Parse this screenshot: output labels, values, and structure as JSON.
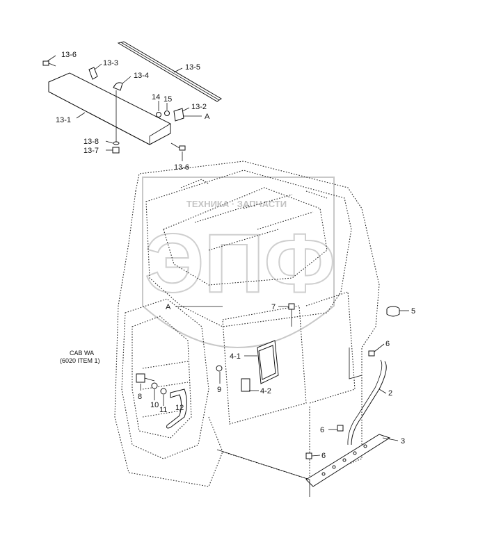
{
  "watermark": {
    "tagline": "ТЕХНИКА · ЗАПЧАСТИ",
    "letters": "ЭПФ"
  },
  "callouts": {
    "c13_6_top": "13-6",
    "c13_3": "13-3",
    "c13_5": "13-5",
    "c13_4": "13-4",
    "c14": "14",
    "c15": "15",
    "c13_2": "13-2",
    "cA_top": "A",
    "c13_1": "13-1",
    "c13_8": "13-8",
    "c13_7": "13-7",
    "c13_6_bottom": "13-6",
    "cA_mid": "A",
    "c7": "7",
    "c5": "5",
    "c6_right": "6",
    "c4_1": "4-1",
    "c4_2": "4-2",
    "c9": "9",
    "c8": "8",
    "c10": "10",
    "c11": "11",
    "c12": "12",
    "c2": "2",
    "c3": "3",
    "c6_mid": "6",
    "c6_low": "6"
  },
  "cab_note": {
    "line1": "CAB WA",
    "line2": "(6020 ITEM 1)"
  }
}
